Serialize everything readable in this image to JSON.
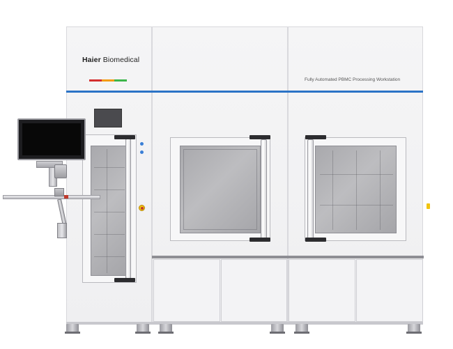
{
  "brand": {
    "name_bold": "Haier",
    "name_rest": " Biomedical",
    "stripe_colors": [
      "#d32f2f",
      "#f39c12",
      "#3cb54a"
    ]
  },
  "product": {
    "subtitle": "Fully Automated PBMC Processing Workstation"
  },
  "colors": {
    "accent_band": "#2b73c6",
    "body_panel": "#f2f2f4",
    "screen": "#0a0a0a",
    "indicator_blue": "#3a7fd6",
    "indicator_red": "#c0392b",
    "indicator_yellow": "#f1c40f"
  }
}
